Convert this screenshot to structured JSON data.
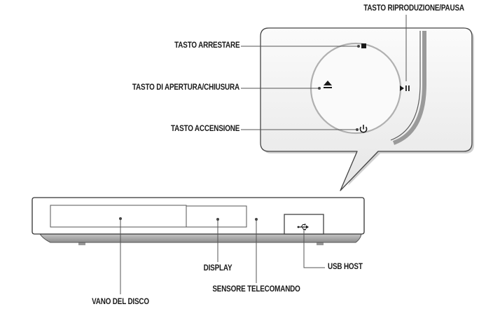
{
  "callouts": {
    "play_pause": "TASTO RIPRODUZIONE/PAUSA",
    "stop": "TASTO  ARRESTARE",
    "open_close": "TASTO DI APERTURA/CHIUSURA",
    "power": "TASTO ACCENSIONE",
    "display": "DISPLAY",
    "usb_host": "USB HOST",
    "remote_sensor": "SENSORE TELECOMANDO",
    "disc_tray": "VANO DEL DISCO"
  },
  "icons": {
    "stop": "stop-square-icon",
    "eject": "eject-icon",
    "play_pause": "play-pause-icon",
    "power": "power-icon",
    "usb": "usb-icon"
  },
  "colors": {
    "line": "#555555",
    "outline": "#444444",
    "panel_fill": "#f5f5f5",
    "shadow": "#bdbdbd"
  }
}
